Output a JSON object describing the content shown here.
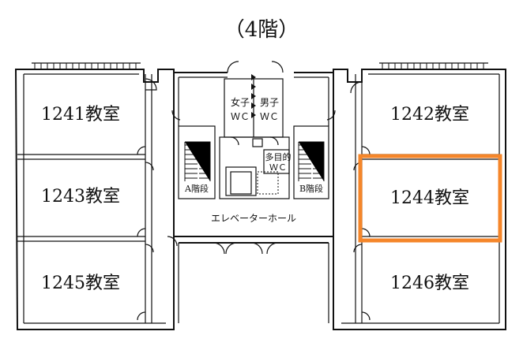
{
  "floor_title": "（4階）",
  "rooms": [
    {
      "id": "1241",
      "label": "1241教室"
    },
    {
      "id": "1242",
      "label": "1242教室"
    },
    {
      "id": "1243",
      "label": "1243教室"
    },
    {
      "id": "1244",
      "label": "1244教室"
    },
    {
      "id": "1245",
      "label": "1245教室"
    },
    {
      "id": "1246",
      "label": "1246教室"
    }
  ],
  "facilities": {
    "women_wc": [
      "女子",
      "ＷＣ"
    ],
    "men_wc": [
      "男子",
      "ＷＣ"
    ],
    "multipurpose_wc": [
      "多目的",
      "ＷＣ"
    ],
    "stairs_a": "A階段",
    "stairs_b": "B階段",
    "elevator_hall": "エレベーターホール"
  },
  "highlighted_room": "1244",
  "colors": {
    "highlight": "#f5862a",
    "line": "#111111",
    "background": "#ffffff"
  }
}
